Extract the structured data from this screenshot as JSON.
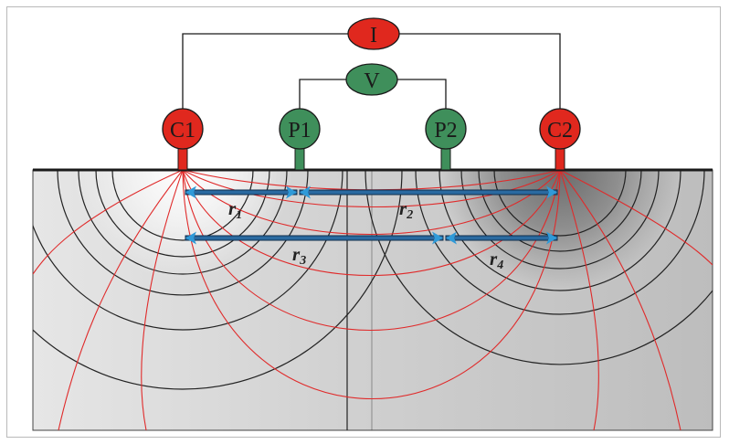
{
  "diagram": {
    "meters": {
      "current": "I",
      "voltage": "V"
    },
    "electrodes": {
      "c1": "C1",
      "p1": "P1",
      "p2": "P2",
      "c2": "C2"
    },
    "distances": {
      "r1": "r",
      "r1_sub": "1",
      "r2": "r",
      "r2_sub": "2",
      "r3": "r",
      "r3_sub": "3",
      "r4": "r",
      "r4_sub": "4"
    },
    "colors": {
      "current_electrode": "#e0281e",
      "potential_electrode": "#3f8f5b",
      "field_line": "#e02a2a",
      "equipotential_line": "#222222",
      "distance_arrow": "#2f9ad8",
      "ground": "#b0b0b0"
    }
  }
}
